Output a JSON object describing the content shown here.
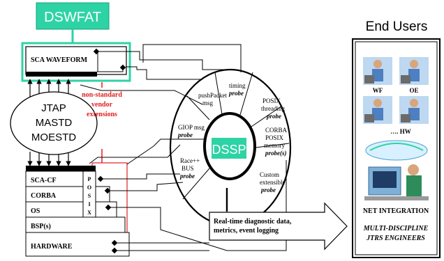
{
  "title_box": "DSWFAT",
  "waveform": "SCA WAVEFORM",
  "tools": [
    "JTAP",
    "MASTD",
    "MOESTD"
  ],
  "vendor_ext": [
    "non-standard",
    "vendor",
    "extensions"
  ],
  "stack": {
    "sca_cf": "SCA-CF",
    "corba": "CORBA",
    "os": "OS",
    "bsp": "BSP(s)",
    "hardware": "HARDWARE",
    "posix_letters": [
      "P",
      "O",
      "S",
      "I",
      "X"
    ]
  },
  "dssp": "DSSP",
  "probes": {
    "push": [
      "pushPacket",
      "msg"
    ],
    "timing": [
      "timing",
      "probe"
    ],
    "posix_threading": [
      "POSIX",
      "threading",
      "probe"
    ],
    "corba_mem": [
      "CORBA",
      "POSIX",
      "memory",
      "probe(s)"
    ],
    "custom": [
      "Custom",
      "extensible",
      "probe"
    ],
    "giop": [
      "GIOP msg",
      "probe"
    ],
    "race": [
      "Race++",
      "BUS",
      "probe"
    ]
  },
  "arrow_text": [
    "Real-time diagnostic data,",
    "metrics, event logging"
  ],
  "end_users": {
    "title": "End Users",
    "labels": [
      "WF",
      "OE",
      "…. HW",
      "NET INTEGRATION"
    ],
    "footer": [
      "MULTI-DISCIPLINE",
      "JTRS ENGINEERS"
    ]
  },
  "colors": {
    "teal": "#2ed3a5",
    "red": "#e02020",
    "black": "#000000"
  }
}
